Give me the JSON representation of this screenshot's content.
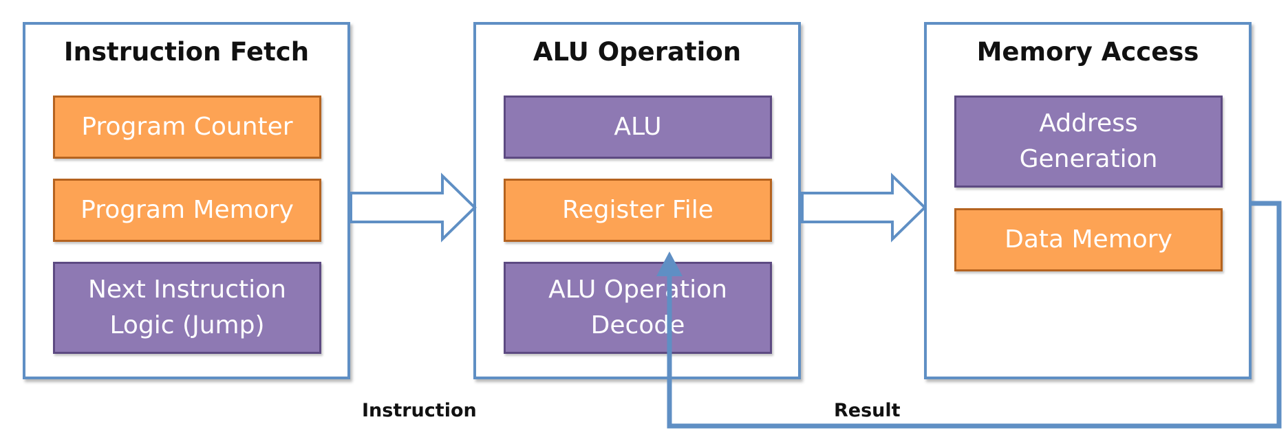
{
  "stages": [
    {
      "title": "Instruction Fetch",
      "blocks": [
        "Program Counter",
        "Program Memory",
        "Next Instruction\nLogic (Jump)"
      ]
    },
    {
      "title": "ALU Operation",
      "blocks": [
        "ALU",
        "Register File",
        "ALU Operation\nDecode"
      ]
    },
    {
      "title": "Memory Access",
      "blocks": [
        "Address\nGeneration",
        "Data Memory"
      ]
    }
  ],
  "labels": {
    "instruction": "Instruction",
    "result": "Result"
  },
  "colors": {
    "stage_border": "#5f8fc4",
    "orange_block": "#fda354",
    "purple_block": "#8e79b3",
    "arrow": "#5f8fc4"
  }
}
